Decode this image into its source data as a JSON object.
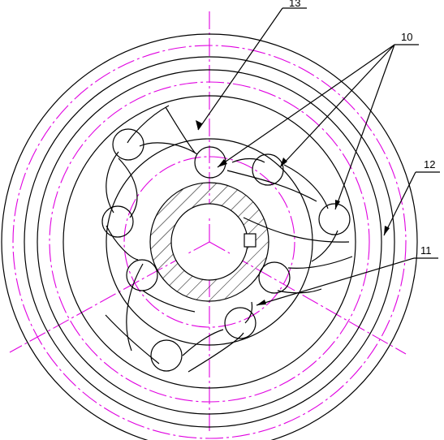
{
  "callouts": {
    "c13": "13",
    "c10": "10",
    "c12": "12",
    "c11": "11"
  },
  "colors": {
    "outline": "#000000",
    "centerline": "#e000e0",
    "background": "#ffffff"
  }
}
